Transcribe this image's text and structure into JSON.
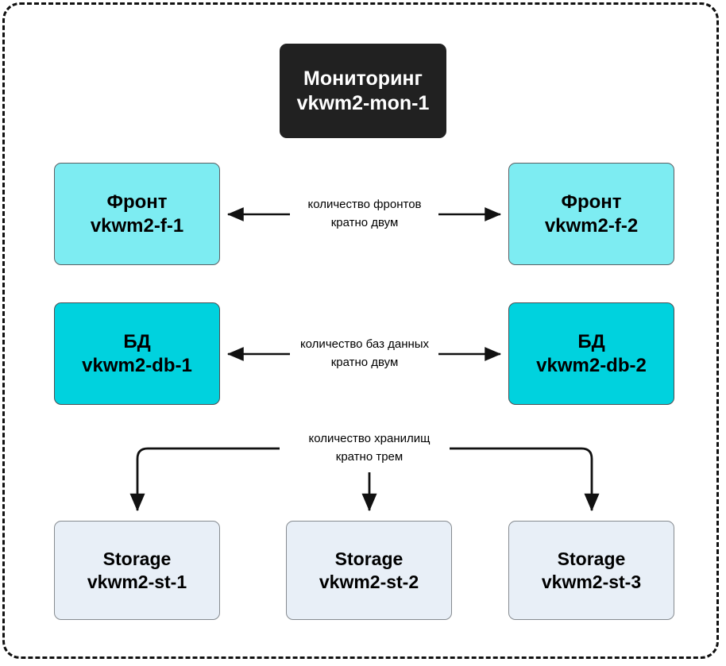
{
  "diagram": {
    "title_node": {
      "role": "Мониторинг",
      "host": "vkwm2-mon-1"
    },
    "nodes": {
      "front_1": {
        "role": "Фронт",
        "host": "vkwm2-f-1"
      },
      "front_2": {
        "role": "Фронт",
        "host": "vkwm2-f-2"
      },
      "db_1": {
        "role": "БД",
        "host": "vkwm2-db-1"
      },
      "db_2": {
        "role": "БД",
        "host": "vkwm2-db-2"
      },
      "storage_1": {
        "role": "Storage",
        "host": "vkwm2-st-1"
      },
      "storage_2": {
        "role": "Storage",
        "host": "vkwm2-st-2"
      },
      "storage_3": {
        "role": "Storage",
        "host": "vkwm2-st-3"
      }
    },
    "edge_labels": {
      "fronts": {
        "line1": "количество фронтов",
        "line2": "кратно двум"
      },
      "databases": {
        "line1": "количество баз данных",
        "line2": "кратно двум"
      },
      "storages": {
        "line1": "количество хранилищ",
        "line2": "кратно трем"
      }
    },
    "colors": {
      "monitoring_bg": "#212121",
      "monitoring_text": "#ffffff",
      "front_bg": "#7DECF2",
      "db_bg": "#00D2DE",
      "storage_bg": "#E8EFF7",
      "storage_border": "#868b90",
      "frame_border": "#111111",
      "arrow": "#111111",
      "text": "#000000"
    }
  }
}
